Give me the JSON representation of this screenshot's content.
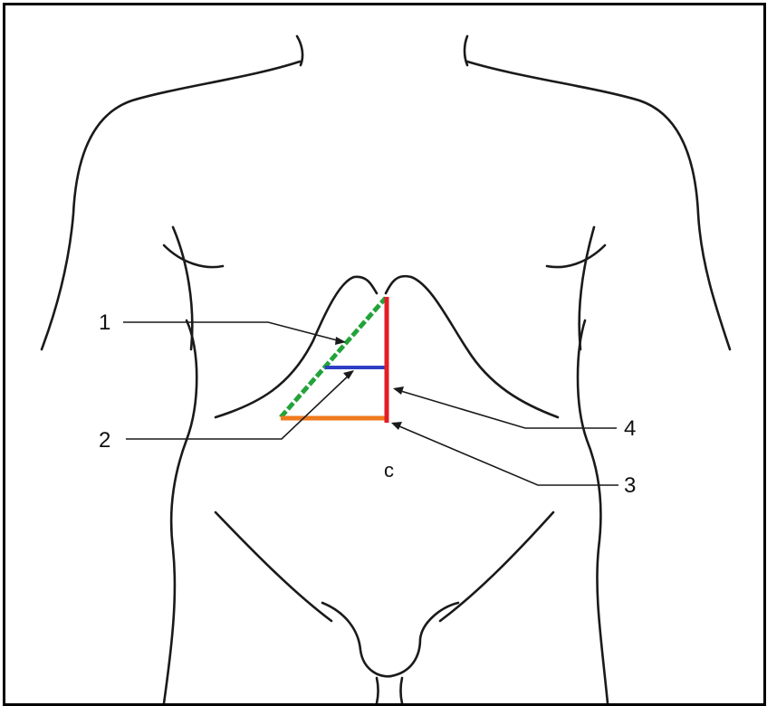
{
  "labels": {
    "one": "1",
    "two": "2",
    "three": "3",
    "four": "4",
    "navel": "c"
  },
  "colors": {
    "segment_1": "#22a33a",
    "segment_2": "#2d3fc4",
    "segment_3": "#f07a1d",
    "segment_4": "#e21e25",
    "outline": "#1a1a1a"
  }
}
